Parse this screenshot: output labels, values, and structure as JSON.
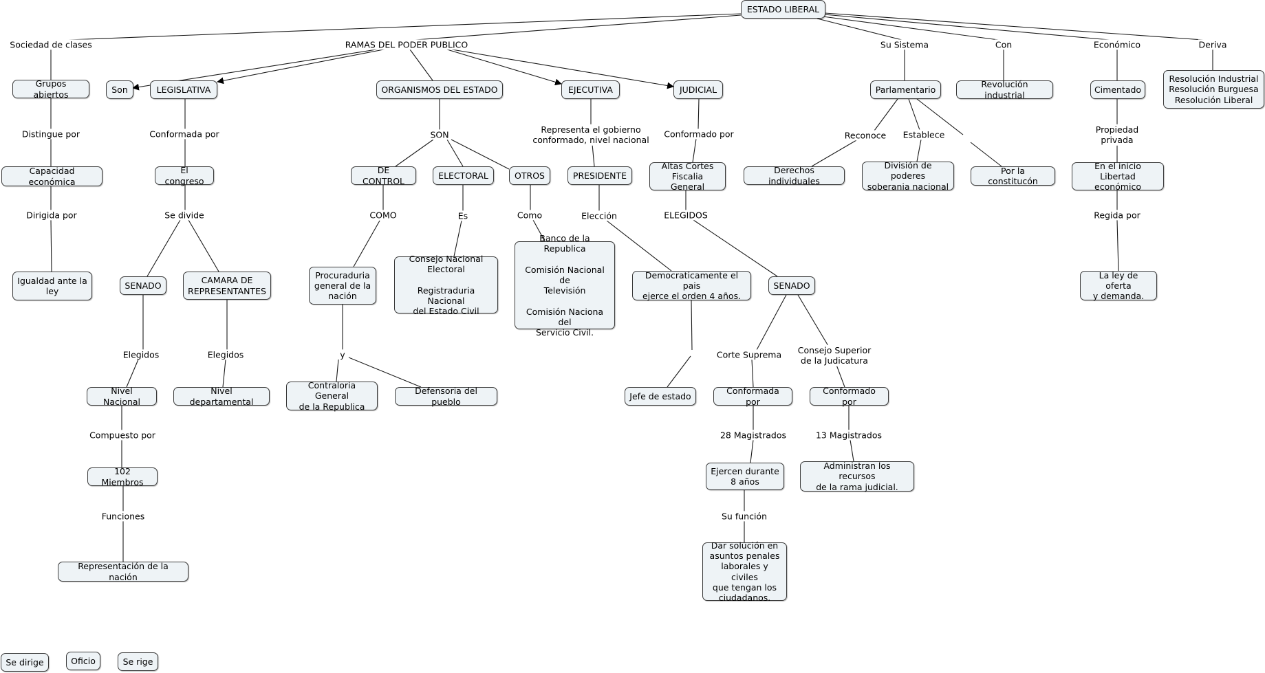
{
  "colors": {
    "node_fill": "#eef3f6",
    "node_border": "#3a3a3a",
    "line": "#1a1a1a",
    "background": "#ffffff"
  },
  "nodes": {
    "estado_liberal": "ESTADO LIBERAL",
    "grupos_abiertos": "Grupos abiertos",
    "capacidad_economica": "Capacidad económica",
    "igualdad_ley": "Igualdad ante la\nley",
    "son": "Son",
    "legislativa": "LEGISLATIVA",
    "el_congreso": "El congreso",
    "senado_leg": "SENADO",
    "camara": "CAMARA DE\nREPRESENTANTES",
    "nivel_nacional": "Nivel Nacional",
    "nivel_departamental": "Nivel departamental",
    "miembros": "102 Miembros",
    "representacion": "Representación de la nación",
    "organismos": "ORGANISMOS DEL ESTADO",
    "de_control": "DE CONTROL",
    "electoral": "ELECTORAL",
    "otros": "OTROS",
    "procuraduria": "Procuraduria\ngeneral de la\nnación",
    "consejo_electoral": "Consejo Nacional\nElectoral\n\nRegistraduria Nacional\ndel Estado Civil",
    "banco": "Banco de la\nRepublica\n\nComisión Nacional de\nTelevisión\n\nComisión Naciona del\nServicio Civil.",
    "contraloria": "Contraloria General\nde la Republica",
    "defensoria": "Defensoria del pueblo",
    "ejecutiva": "EJECUTIVA",
    "presidente": "PRESIDENTE",
    "democraticamente": "Democraticamente el pais\nejerce el orden 4 años.",
    "jefe_estado": "Jefe de estado",
    "judicial": "JUDICIAL",
    "altas_cortes": "Altas Cortes\nFiscalia General",
    "senado_jud": "SENADO",
    "conformada_por": "Conformada por",
    "conformado_por": "Conformado por",
    "ejercen": "Ejercen durante\n8 años",
    "administran": "Administran los recursos\nde la rama judicial.",
    "dar_solucion": "Dar solución en\nasuntos penales\nlaborales y civiles\nque tengan los\nciudadanos.",
    "parlamentario": "Parlamentario",
    "derechos": "Derechos individuales",
    "division": "División de poderes\nsoberania nacional",
    "por_constitucion": "Por la constitucón",
    "revolucion": "Revolución industrial",
    "cimentado": "Cimentado",
    "en_el_inicio": "En el inicio\nLibertad económico",
    "ley_oferta": "La ley de oferta\ny demanda.",
    "resolucion": "Resolución Industrial\nResolución Burguesa\nResolución Liberal",
    "se_dirige": "Se dirige",
    "oficio": "Oficio",
    "se_rige": "Se rige"
  },
  "labels": {
    "sociedad_clases": "Sociedad de clases",
    "ramas": "RAMAS DEL PODER PUBLICO",
    "su_sistema": "Su Sistema",
    "con": "Con",
    "economico": "Económico",
    "deriva": "Deriva",
    "distingue_por": "Distingue por",
    "dirigida_por": "Dirigida por",
    "conformada_por_leg": "Conformada por",
    "se_divide": "Se divide",
    "elegidos_senado": "Elegidos",
    "elegidos_camara": "Elegidos",
    "compuesto_por": "Compuesto por",
    "funciones": "Funciones",
    "son_org": "SON",
    "como_control": "COMO",
    "es": "Es",
    "como_otros": "Como",
    "y": "y",
    "representa": "Representa el gobierno\nconformado, nivel nacional",
    "eleccion": "Elección",
    "conformado_por_jud": "Conformado por",
    "elegidos_jud": "ELEGIDOS",
    "corte_suprema": "Corte Suprema",
    "consejo_superior": "Consejo Superior\nde la Judicatura",
    "magistrados_28": "28 Magistrados",
    "magistrados_13": "13 Magistrados",
    "su_funcion": "Su función",
    "reconoce": "Reconoce",
    "establece": "Establece",
    "propiedad_privada": "Propiedad\nprivada",
    "regida_por": "Regida por"
  }
}
